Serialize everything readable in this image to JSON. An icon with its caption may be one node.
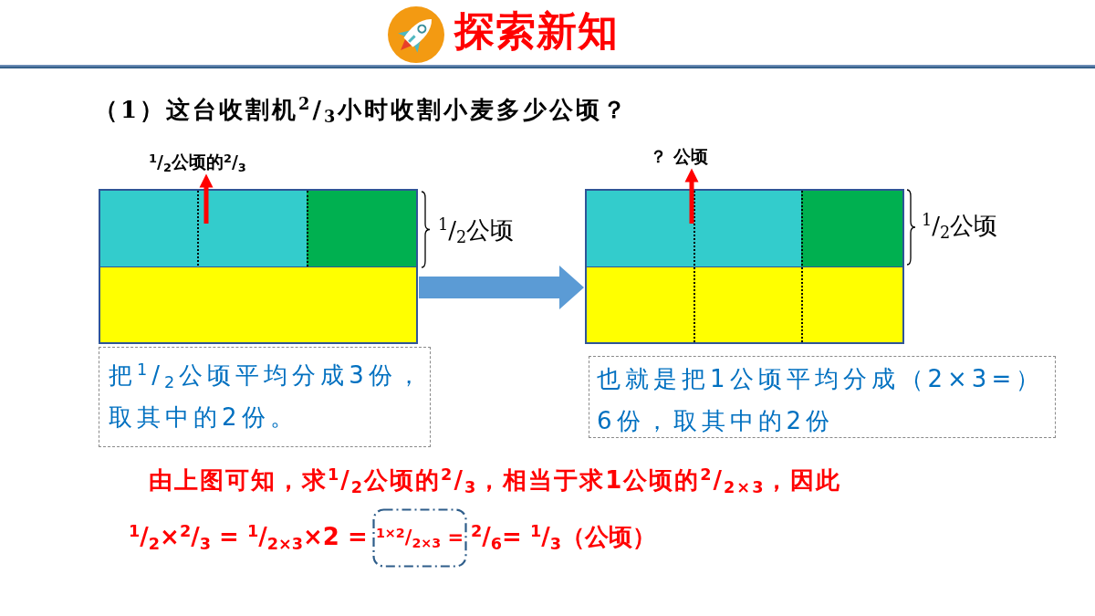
{
  "diagram": {
    "title": "探索新知",
    "nodes": [
      {
        "text": [
          "$^{1}$/$_{2}$公顷的$^{2}$/$_{3}$"
        ]
      },
      {
        "text": [
          "？ 公顷"
        ]
      },
      {
        "text": [],
        "shape": "box"
      },
      {
        "text": [],
        "shape": "box",
        "in": 2
      },
      {
        "text": [],
        "shape": "box",
        "in": 2
      },
      {
        "text": [],
        "shape": "box",
        "in": 2
      },
      {
        "text": [],
        "shape": "box"
      },
      {
        "text": [],
        "shape": "box",
        "in": 6
      },
      {
        "text": [],
        "shape": "box",
        "in": 6
      },
      {
        "text": [],
        "shape": "box",
        "in": 6
      },
      {
        "text": [
          "把$^{1}$/$_{2}$公顷平均分成3份，取其中的2份。"
        ]
      },
      {
        "text": [
          "也就是把1公顷平均分成（2×3=）6份，取其中的2份"
        ]
      },
      {
        "text": [
          "$^{1×2}$/$_{2×3}$ ="
        ]
      }
    ],
    "edges": [
      {
        "from": 3,
        "to": 0,
        "arrow": "to"
      },
      {
        "from": 2,
        "to": 6,
        "arrow": "to",
        "style": "thick",
        "color": "#5b9bd5"
      },
      {
        "from": 7,
        "to": 1,
        "arrow": "to"
      }
    ],
    "labels": [
      "（1）这台收割机$^{2}$/$_{3}$小时收割小麦多少公顷？",
      "$^{1}$/$_{2}$公顷",
      "$^{1}$/$_{2}$公顷",
      "由上图可知，求$^{1}$/$_{2}$公顷的$^{2}$/$_{3}$，相当于求1公顷的$^{2}$/$_{2×3}$，因此",
      "$^{1}$/$_{2}$×$^{2}$/$_{3}$ = $^{1}$/$_{2×3}$×2 =",
      "$^{2}$/$_{6}$= $^{1}$/$_{3}$（公顷）"
    ]
  }
}
